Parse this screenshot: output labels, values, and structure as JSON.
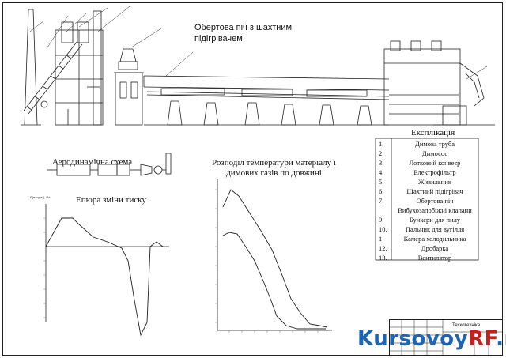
{
  "title": {
    "line1": "Обертова піч з шахтним",
    "line2": "підігрівачем"
  },
  "aero_title": "Аеродинамічна схема",
  "pressure_title": "Епюра зміни тиску",
  "pressure_axis_label": "Р(вакуум), Па",
  "temperature_title": {
    "line1": "Розподіл температури матеріалу і",
    "line2": "димових газів по довжині"
  },
  "explication": {
    "title": "Експлікація",
    "items": [
      {
        "num": "1.",
        "text": "Димова труба"
      },
      {
        "num": "2.",
        "text": "Димосос"
      },
      {
        "num": "3.",
        "text": "Лотковий конвеєр"
      },
      {
        "num": "4.",
        "text": "Електрофільтр"
      },
      {
        "num": "5.",
        "text": "Живильник"
      },
      {
        "num": "6.",
        "text": "Шахтний підігрівач"
      },
      {
        "num": "7.",
        "text": "Обертова піч"
      },
      {
        "num": "",
        "text": "Вибухозапобіжні клапани"
      },
      {
        "num": "9.",
        "text": "Бункери для пилу"
      },
      {
        "num": "10.",
        "text": "Пальник для вугілля"
      },
      {
        "num": "1",
        "text": "Камера холодильника"
      },
      {
        "num": "12.",
        "text": "Дробарка"
      },
      {
        "num": "13.",
        "text": "Вентилятор"
      }
    ]
  },
  "stamp": {
    "name": "Техкотехніка"
  },
  "watermark": {
    "part1": "Kursovoy",
    "part2": "RF",
    "part3": ".ru"
  },
  "colors": {
    "line": "#222222",
    "watermark_blue": "#1e64b4",
    "watermark_red": "#c81e1e"
  }
}
